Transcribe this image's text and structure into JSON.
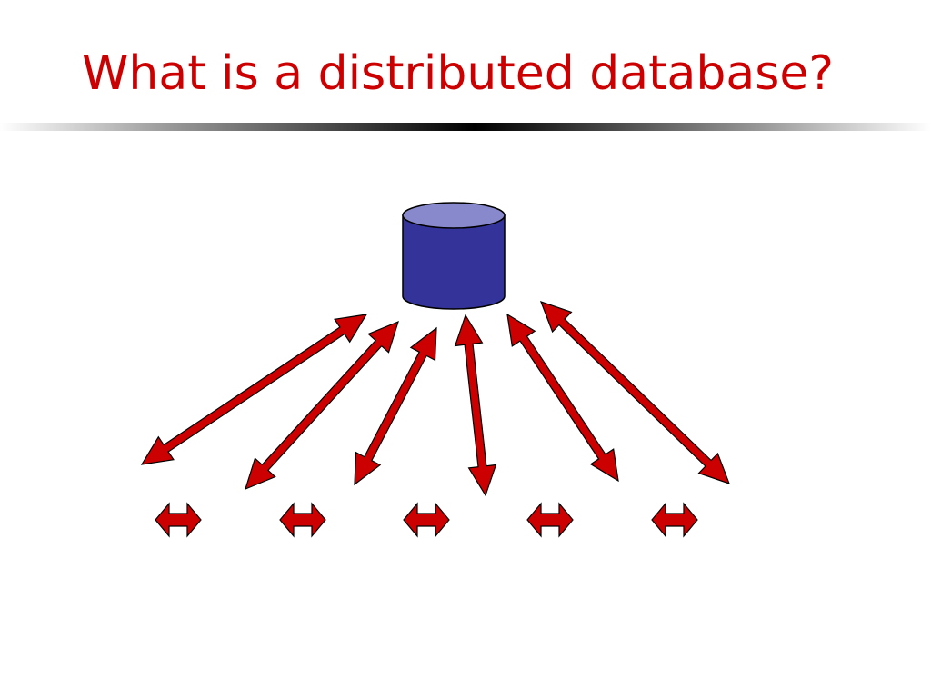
{
  "slide": {
    "title": "What is a distributed database?"
  },
  "colors": {
    "title": "#cc0000",
    "arrow_fill": "#cc0000",
    "outline": "#000000",
    "cylinder_body": "#333399",
    "cylinder_top": "#8888cc"
  },
  "diagram": {
    "central_node": "database-cylinder-icon",
    "connections": 6,
    "sites": 5,
    "connection_icon": "double-arrow-icon",
    "site_icon": "double-arrow-icon"
  }
}
